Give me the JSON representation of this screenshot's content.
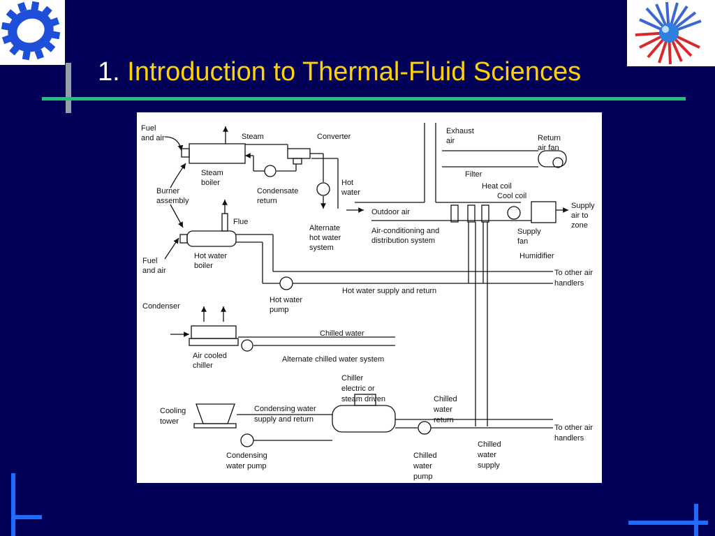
{
  "slide": {
    "title_number": "1.",
    "title_text": "Introduction to Thermal-Fluid Sciences",
    "colors": {
      "background": "#010257",
      "title": "#FFD200",
      "accent_line": "#1CC66E",
      "bar": "#1E6BFF"
    }
  },
  "logos": {
    "left": "gear-logo",
    "right": "sphere-fan-logo"
  },
  "diagram": {
    "labels": {
      "fuel_air_top": [
        "Fuel",
        "and air"
      ],
      "steam": "Steam",
      "converter": "Converter",
      "steam_boiler": [
        "Steam",
        "boiler"
      ],
      "condensate_return": [
        "Condensate",
        "return"
      ],
      "burner_assembly": [
        "Burner",
        "assembly"
      ],
      "hot_water": [
        "Hot",
        "water"
      ],
      "alternate_hot_water": [
        "Alternate",
        "hot water",
        "system"
      ],
      "flue": "Flue",
      "fuel_air_bottom": [
        "Fuel",
        "and air"
      ],
      "hot_water_boiler": [
        "Hot water",
        "boiler"
      ],
      "hot_water_pump": [
        "Hot water",
        "pump"
      ],
      "exhaust_air": [
        "Exhaust",
        "air"
      ],
      "return_air_fan": [
        "Return",
        "air fan"
      ],
      "filter": "Filter",
      "heat_coil": "Heat coil",
      "cool_coil": "Cool coil",
      "outdoor_air": "Outdoor air",
      "supply_air": [
        "Supply",
        "air to",
        "zone"
      ],
      "supply_fan": [
        "Supply",
        "fan"
      ],
      "ac_system": [
        "Air-conditioning and",
        "distribution system"
      ],
      "humidifier": "Humidifier",
      "to_other_air_1": [
        "To other air",
        "handlers"
      ],
      "hot_water_supply_return": "Hot water supply and return",
      "condenser": "Condenser",
      "chilled_water": "Chilled water",
      "air_cooled_chiller": [
        "Air cooled",
        "chiller"
      ],
      "alternate_chilled": "Alternate chilled water system",
      "chiller": [
        "Chiller",
        "electric or",
        "steam driven"
      ],
      "chilled_water_return": [
        "Chilled",
        "water",
        "return"
      ],
      "cooling_tower": [
        "Cooling",
        "tower"
      ],
      "condensing_supply_return": [
        "Condensing water",
        "supply and return"
      ],
      "to_other_air_2": [
        "To other air",
        "handlers"
      ],
      "condensing_pump": [
        "Condensing",
        "water pump"
      ],
      "chilled_water_pump": [
        "Chilled",
        "water",
        "pump"
      ],
      "chilled_water_supply": [
        "Chilled",
        "water",
        "supply"
      ]
    }
  }
}
